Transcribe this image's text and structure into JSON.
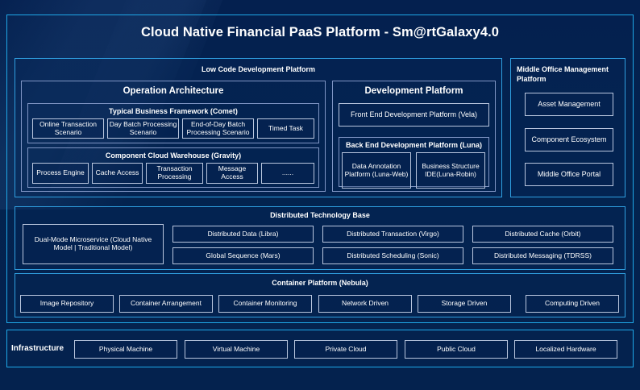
{
  "title": "Cloud Native Financial PaaS Platform - Sm@rtGalaxy4.0",
  "colors": {
    "background": "#04204f",
    "outer_border": "#1fa8e8",
    "panel_border": "#2f9fe0",
    "chip_border": "#b9c6de",
    "text": "#ffffff"
  },
  "low_code": {
    "title": "Low Code Development Platform",
    "operation_architecture": {
      "title": "Operation Architecture",
      "typical_business_framework": {
        "title": "Typical Business Framework (Comet)",
        "items": [
          "Online Transaction Scenario",
          "Day Batch Processing Scenario",
          "End-of-Day Batch Processing Scenario",
          "Timed Task"
        ]
      },
      "component_cloud_warehouse": {
        "title": "Component Cloud Warehouse (Gravity)",
        "items": [
          "Process Engine",
          "Cache Access",
          "Transaction Processing",
          "Message Access",
          "......"
        ]
      }
    },
    "development_platform": {
      "title": "Development Platform",
      "front_end": "Front End Development Platform (Vela)",
      "back_end": {
        "title": "Back End Development Platform (Luna)",
        "items": [
          "Data Annotation Platform (Luna-Web)",
          "Business Structure IDE(Luna-Robin)"
        ]
      }
    }
  },
  "middle_office": {
    "title": "Middle Office Management Platform",
    "items": [
      "Asset Management",
      "Component Ecosystem",
      "Middle Office Portal"
    ]
  },
  "distributed_technology_base": {
    "title": "Distributed Technology Base",
    "wide_item": "Dual-Mode Microservice (Cloud Native Model | Traditional Model)",
    "items": [
      "Distributed Data (Libra)",
      "Distributed Transaction (Virgo)",
      "Distributed Cache (Orbit)",
      "Global Sequence (Mars)",
      "Distributed Scheduling (Sonic)",
      "Distributed Messaging (TDRSS)"
    ]
  },
  "container_platform": {
    "title": "Container Platform (Nebula)",
    "items": [
      "Image Repository",
      "Container Arrangement",
      "Container Monitoring",
      "Network Driven",
      "Storage Driven",
      "Computing Driven"
    ]
  },
  "infrastructure": {
    "label": "Infrastructure",
    "items": [
      "Physical Machine",
      "Virtual Machine",
      "Private Cloud",
      "Public Cloud",
      "Localized Hardware"
    ]
  }
}
